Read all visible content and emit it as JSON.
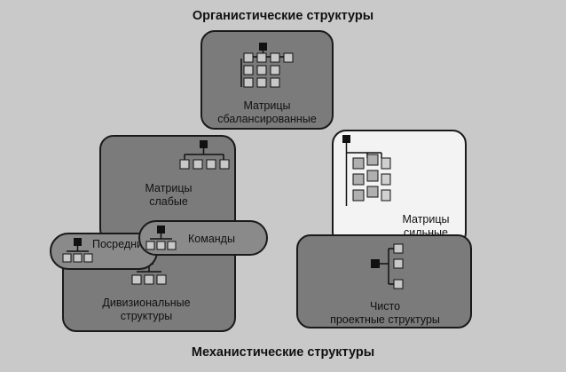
{
  "headings": {
    "top": "Органистические структуры",
    "bottom": "Механистические структуры"
  },
  "boxes": {
    "balanced_matrix": "Матрицы\nсбалансированные",
    "weak_matrix": "Матрицы\nслабые",
    "strong_matrix": "Матрицы\nсильные",
    "mediator": "Посредник",
    "teams": "Команды",
    "divisional": "Дивизиональные\nструктуры",
    "project": "Чисто\nпроектные структуры"
  },
  "colors": {
    "dark_box": "#7b7b7b",
    "light_box": "#f3f3f3",
    "border": "#1a1a1a"
  }
}
